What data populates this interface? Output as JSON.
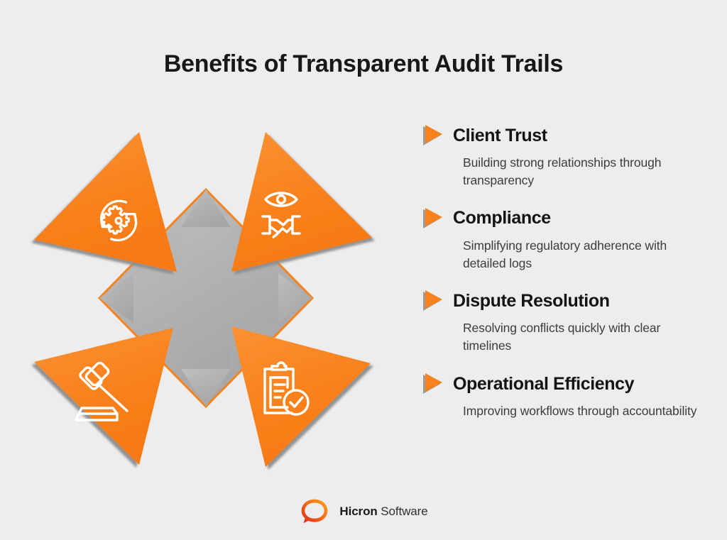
{
  "page": {
    "title": "Benefits of Transparent Audit Trails",
    "background_color": "#ededed"
  },
  "colors": {
    "accent_orange": "#F7821E",
    "orange_light": "#FB9233",
    "orange_deep": "#F47A0A",
    "gray_shape": "#B0B0B0",
    "gray_shape_dark": "#A5A5A5",
    "shadow_gray": "#9A9A9A",
    "title_text": "#17181a",
    "body_text": "#3b3d41",
    "logo_orange": "#F7931E",
    "logo_red": "#E3241B"
  },
  "diagram": {
    "name": "four-segment-arrow-diagram",
    "center_shape": "gray-diamond-with-cross",
    "segments": [
      {
        "position": "top-left",
        "icon": "gear-refresh-icon",
        "icon_label": "Process improvement gear with circular arrows",
        "related_benefit": "Operational Efficiency"
      },
      {
        "position": "top-right",
        "icon": "eye-handshake-icon",
        "icon_label": "Eye above a handshake",
        "related_benefit": "Client Trust"
      },
      {
        "position": "bottom-left",
        "icon": "gavel-icon",
        "icon_label": "Judge gavel with sound block",
        "related_benefit": "Dispute Resolution"
      },
      {
        "position": "bottom-right",
        "icon": "clipboard-check-icon",
        "icon_label": "Clipboard with check mark",
        "related_benefit": "Compliance"
      }
    ]
  },
  "benefits": [
    {
      "title": "Client Trust",
      "description": "Building strong relationships through transparency",
      "marker_icon": "triangle-right-icon"
    },
    {
      "title": "Compliance",
      "description": "Simplifying regulatory adherence with detailed logs",
      "marker_icon": "triangle-right-icon"
    },
    {
      "title": "Dispute Resolution",
      "description": "Resolving conflicts quickly with clear timelines",
      "marker_icon": "triangle-right-icon"
    },
    {
      "title": "Operational Efficiency",
      "description": "Improving workflows through accountability",
      "marker_icon": "triangle-right-icon"
    }
  ],
  "footer": {
    "logo_mark_icon": "hicron-ring-logo-icon",
    "brand": "Hicron",
    "product": "Software"
  }
}
